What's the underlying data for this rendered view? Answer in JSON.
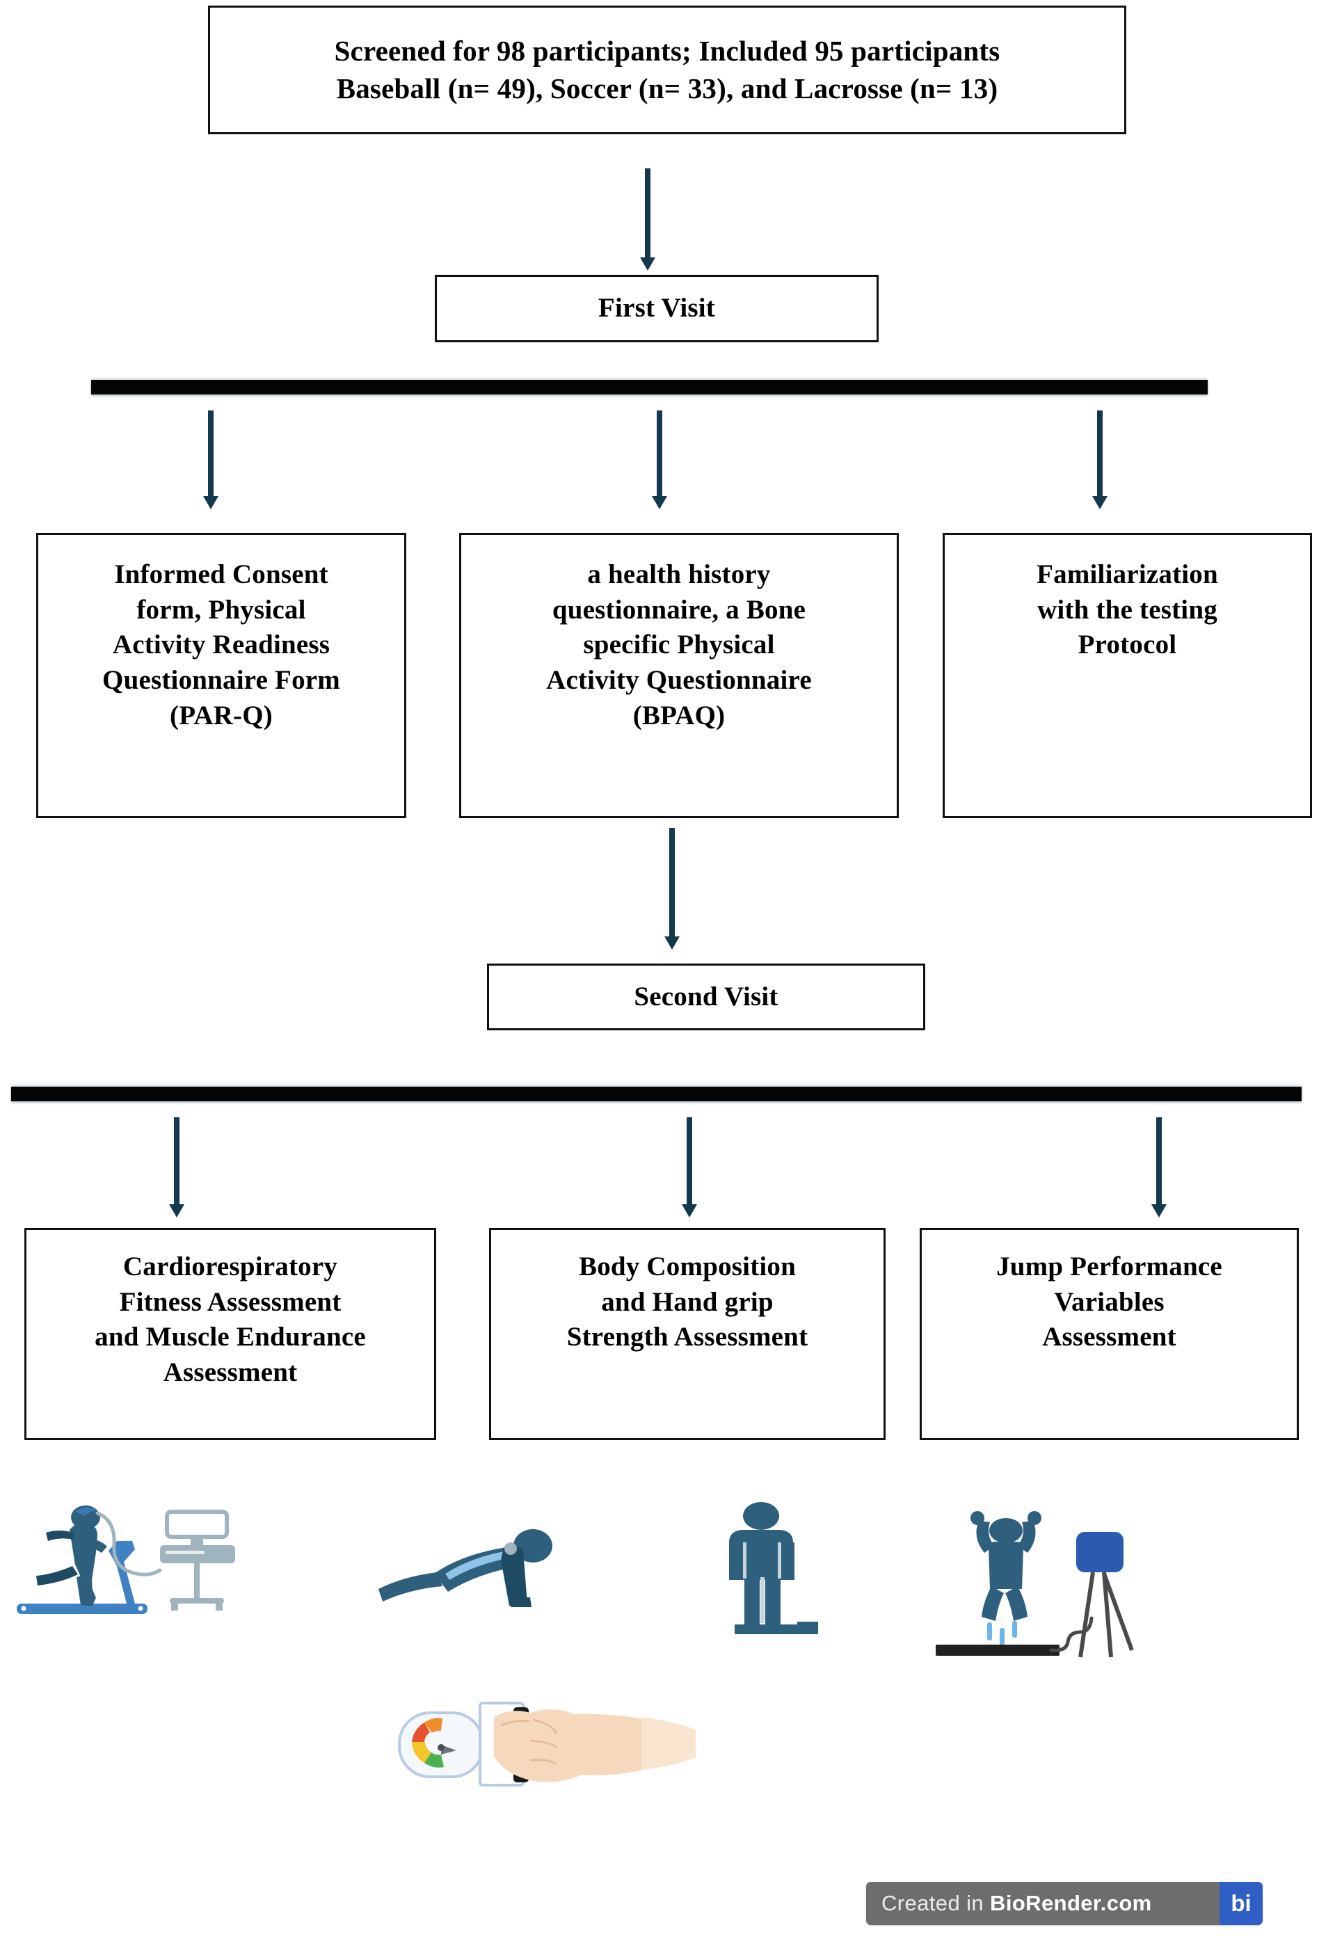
{
  "figure": {
    "type": "flowchart",
    "title": "Study design flowchart",
    "colors": {
      "box_border": "#101010",
      "rail": "#050505",
      "arrow": "#14384d",
      "icon_dark_blue": "#2e5f7d",
      "icon_mid_blue": "#3e82c4",
      "icon_light_blue": "#8fc4e8",
      "icon_royal_blue": "#2a5bb0",
      "icon_grey": "#9fb4bd",
      "skin": "#f5d6b8",
      "watermark_bar": "#6d6d6d",
      "watermark_badge": "#2f5fc4"
    }
  },
  "nodes": {
    "screening": "Screened for 98 participants; Included 95 participants\nBaseball (n= 49), Soccer (n= 33), and Lacrosse (n= 13)",
    "first_visit": "First Visit",
    "second_visit": "Second Visit"
  },
  "first_visit_items": [
    "Informed Consent\nform, Physical\nActivity Readiness\nQuestionnaire Form\n(PAR-Q)",
    "a health history\nquestionnaire, a Bone\nspecific Physical\nActivity Questionnaire\n(BPAQ)",
    "Familiarization\nwith the testing\nProtocol"
  ],
  "second_visit_items": [
    "Cardiorespiratory\nFitness Assessment\nand Muscle Endurance\nAssessment",
    "Body Composition\nand Hand grip\nStrength Assessment",
    "Jump Performance\nVariables\nAssessment"
  ],
  "participants": {
    "screened": 98,
    "included": 95,
    "baseball": 49,
    "soccer": 33,
    "lacrosse": 13
  },
  "illustrations": [
    {
      "name": "treadmill-cardiorespiratory-test",
      "label": "runner on treadmill with metabolic cart"
    },
    {
      "name": "pushup-muscle-endurance",
      "label": "person in push-up position"
    },
    {
      "name": "body-composition-scale",
      "label": "person standing on body composition scale"
    },
    {
      "name": "jump-force-platform",
      "label": "person jumping on force platform with camera tripod"
    },
    {
      "name": "hand-grip-dynamometer",
      "label": "hand squeezing grip dynamometer with gauge"
    }
  ],
  "watermark": {
    "prefix": "Created in ",
    "brand": "BioRender.com",
    "badge": "bi"
  }
}
